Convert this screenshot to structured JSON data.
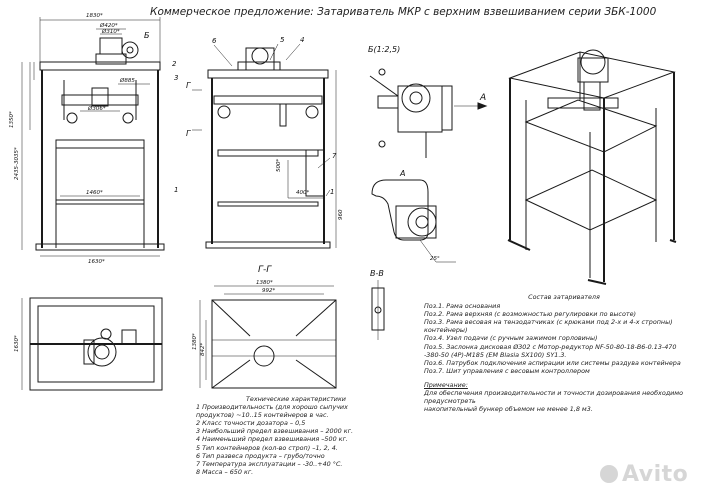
{
  "title": "Коммерческое предложение: Затариватель МКР с верхним взвешиванием серии ЗБК-1000",
  "views": {
    "front_dims": [
      "1830*",
      "Ø420*",
      "Ø310*",
      "Ø885",
      "Ø306*",
      "1460*",
      "1630*",
      "1350*",
      "2435-3035*",
      "Б",
      "1",
      "2",
      "3"
    ],
    "side_labels": [
      "6",
      "5",
      "4",
      "Г",
      "Г",
      "7",
      "500*",
      "400*",
      "1",
      "960"
    ],
    "detail_b_label": "Б(1:2,5)",
    "section_a_label": "А",
    "section_vv_label": "В-В",
    "section_gg_label": "Г-Г",
    "plan_dims": [
      "1380*",
      "992*",
      "1380*",
      "842*"
    ],
    "left_plan_dims": [
      "1630*"
    ],
    "leader_a": "А",
    "angle": "25°"
  },
  "specs": {
    "heading": "Технические характеристики",
    "lines": [
      "1 Производительность (для хорошо сыпучих",
      "продуктов) ~10..15 контейнеров в час.",
      "2 Класс точности дозатора – 0,5",
      "3 Наибольший предел взвешивания – 2000 кг.",
      "4 Наименьший предел взвешивания –500 кг.",
      "5 Тип контейнеров (кол-во строп) –1, 2, 4.",
      "6 Тип развеса продукта – грубо/точно",
      "7 Температура эксплуатации – -30..+40 °С.",
      "8 Масса – 650 кг."
    ]
  },
  "composition": {
    "heading": "Состав затаривателя",
    "lines": [
      "Поз.1. Рама основания",
      "Поз.2. Рама верхняя (с возможностью регулировки по высоте)",
      "Поз.3. Рама весовая на тензодатчиках (с крюками под 2-х и 4-х стропны)",
      "контейнеры)",
      "Поз.4. Узел подачи (с ручным зажимом горловины)",
      "Поз.5. Заслонка дисковая Ø302 с Мотор-редуктор NF-50-80-18-В6-0.13-470",
      "-380-50 (4P)-М185 (ЕМ Blasia SX100) SY1.3.",
      "Поз.6. Патрубок подключения аспирации или системы раздува контейнера",
      "Поз.7. Шит управления с весовым контроллером"
    ],
    "note_heading": "Примечание:",
    "note_lines": [
      "Для обеспечения производительности и точности дозирования необходимо",
      "предусмотреть",
      "накопительный бункер объемом не менее 1,8 м3."
    ]
  },
  "watermark": "Avito"
}
